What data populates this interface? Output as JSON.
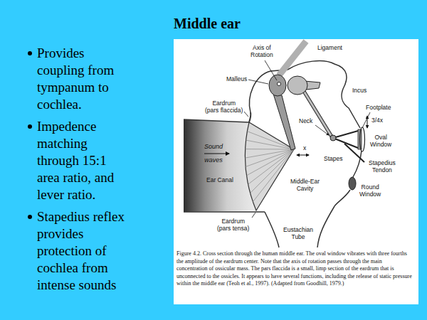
{
  "diagram": {
    "title": "Middle ear",
    "caption": "Figure 4.2. Cross section through the human middle ear. The oval window vibrates with three fourths the amplitude of the eardrum center. Note that the axis of rotation passes through the main concentration of ossicular mass. The pars flaccida is a small, limp section of the eardrum that is unconnected to the ossicles. It appears to have several functions, including the release of static pressure within the middle ear (Teoh et al., 1997). (Adapted from Goodhill, 1979.)",
    "labels": [
      "Provides coupling from tympanum to cochlea.",
      "Impedence matching through 15:1 area ratio, and lever ratio.",
      "Stapedius reflex provides protection of cochlea from intense sounds",
      "Axis of Rotation",
      "Ligament",
      "Malleus",
      "Eardrum (pars flaccida)",
      "Incus",
      "Neck",
      "Footplate",
      "3/4x",
      "Oval Window",
      "Sound waves",
      "x",
      "Stapes",
      "Stapedius Tendon",
      "Ear Canal",
      "Middle-Ear Cavity",
      "Round Window",
      "Eardrum (pars tensa)",
      "Eustachian Tube"
    ]
  }
}
